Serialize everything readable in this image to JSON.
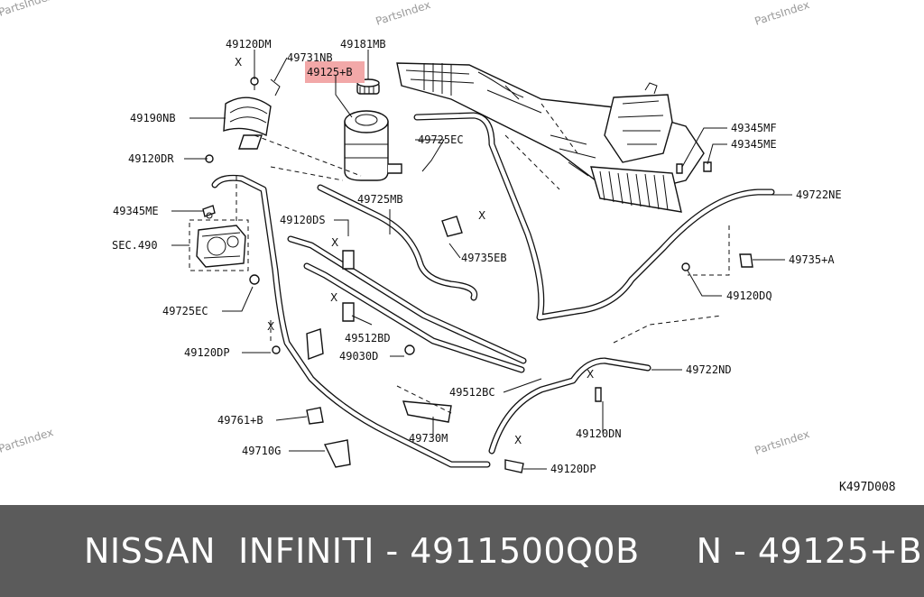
{
  "watermark": "PartsIndex",
  "diagram_code": "K497D008",
  "highlight_label": "49125+B",
  "cross_mark": "X",
  "labels": {
    "l_49120DM": "49120DM",
    "l_49731NB": "49731NB",
    "l_49181MB": "49181MB",
    "l_49190NB": "49190NB",
    "l_49120DR": "49120DR",
    "l_49725EC_top": "49725EC",
    "l_49725MB": "49725MB",
    "l_49345ME_left": "49345ME",
    "l_49120DS": "49120DS",
    "l_SEC490": "SEC.490",
    "l_49735EB": "49735EB",
    "l_49725EC_bot": "49725EC",
    "l_49120DP_left": "49120DP",
    "l_49512BD": "49512BD",
    "l_49030D": "49030D",
    "l_49512BC": "49512BC",
    "l_49761B": "49761+B",
    "l_49730M": "49730M",
    "l_49710G": "49710G",
    "l_49345MF": "49345MF",
    "l_49345ME_right": "49345ME",
    "l_49722NE": "49722NE",
    "l_49735A": "49735+A",
    "l_49120DQ": "49120DQ",
    "l_49722ND": "49722ND",
    "l_49120DN": "49120DN",
    "l_49120DP_bot": "49120DP"
  },
  "footer": {
    "text": "NISSAN  INFINITI - 4911500Q0B     N - 49125+B"
  }
}
